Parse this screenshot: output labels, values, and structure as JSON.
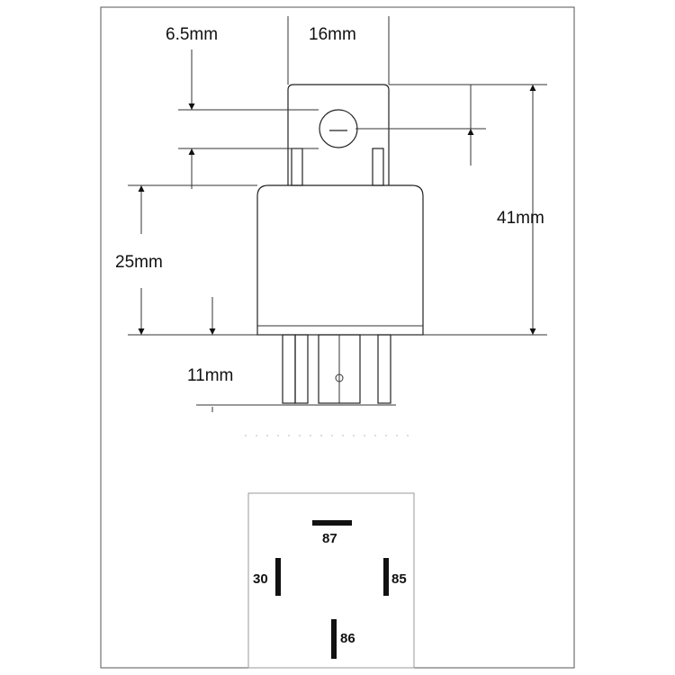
{
  "dimensions": {
    "tab_hole": "6.5mm",
    "tab_width": "16mm",
    "total_height": "41mm",
    "body_height": "25mm",
    "pin_length": "11mm"
  },
  "pinout": {
    "pin_87": "87",
    "pin_30": "30",
    "pin_85": "85",
    "pin_86": "86"
  }
}
